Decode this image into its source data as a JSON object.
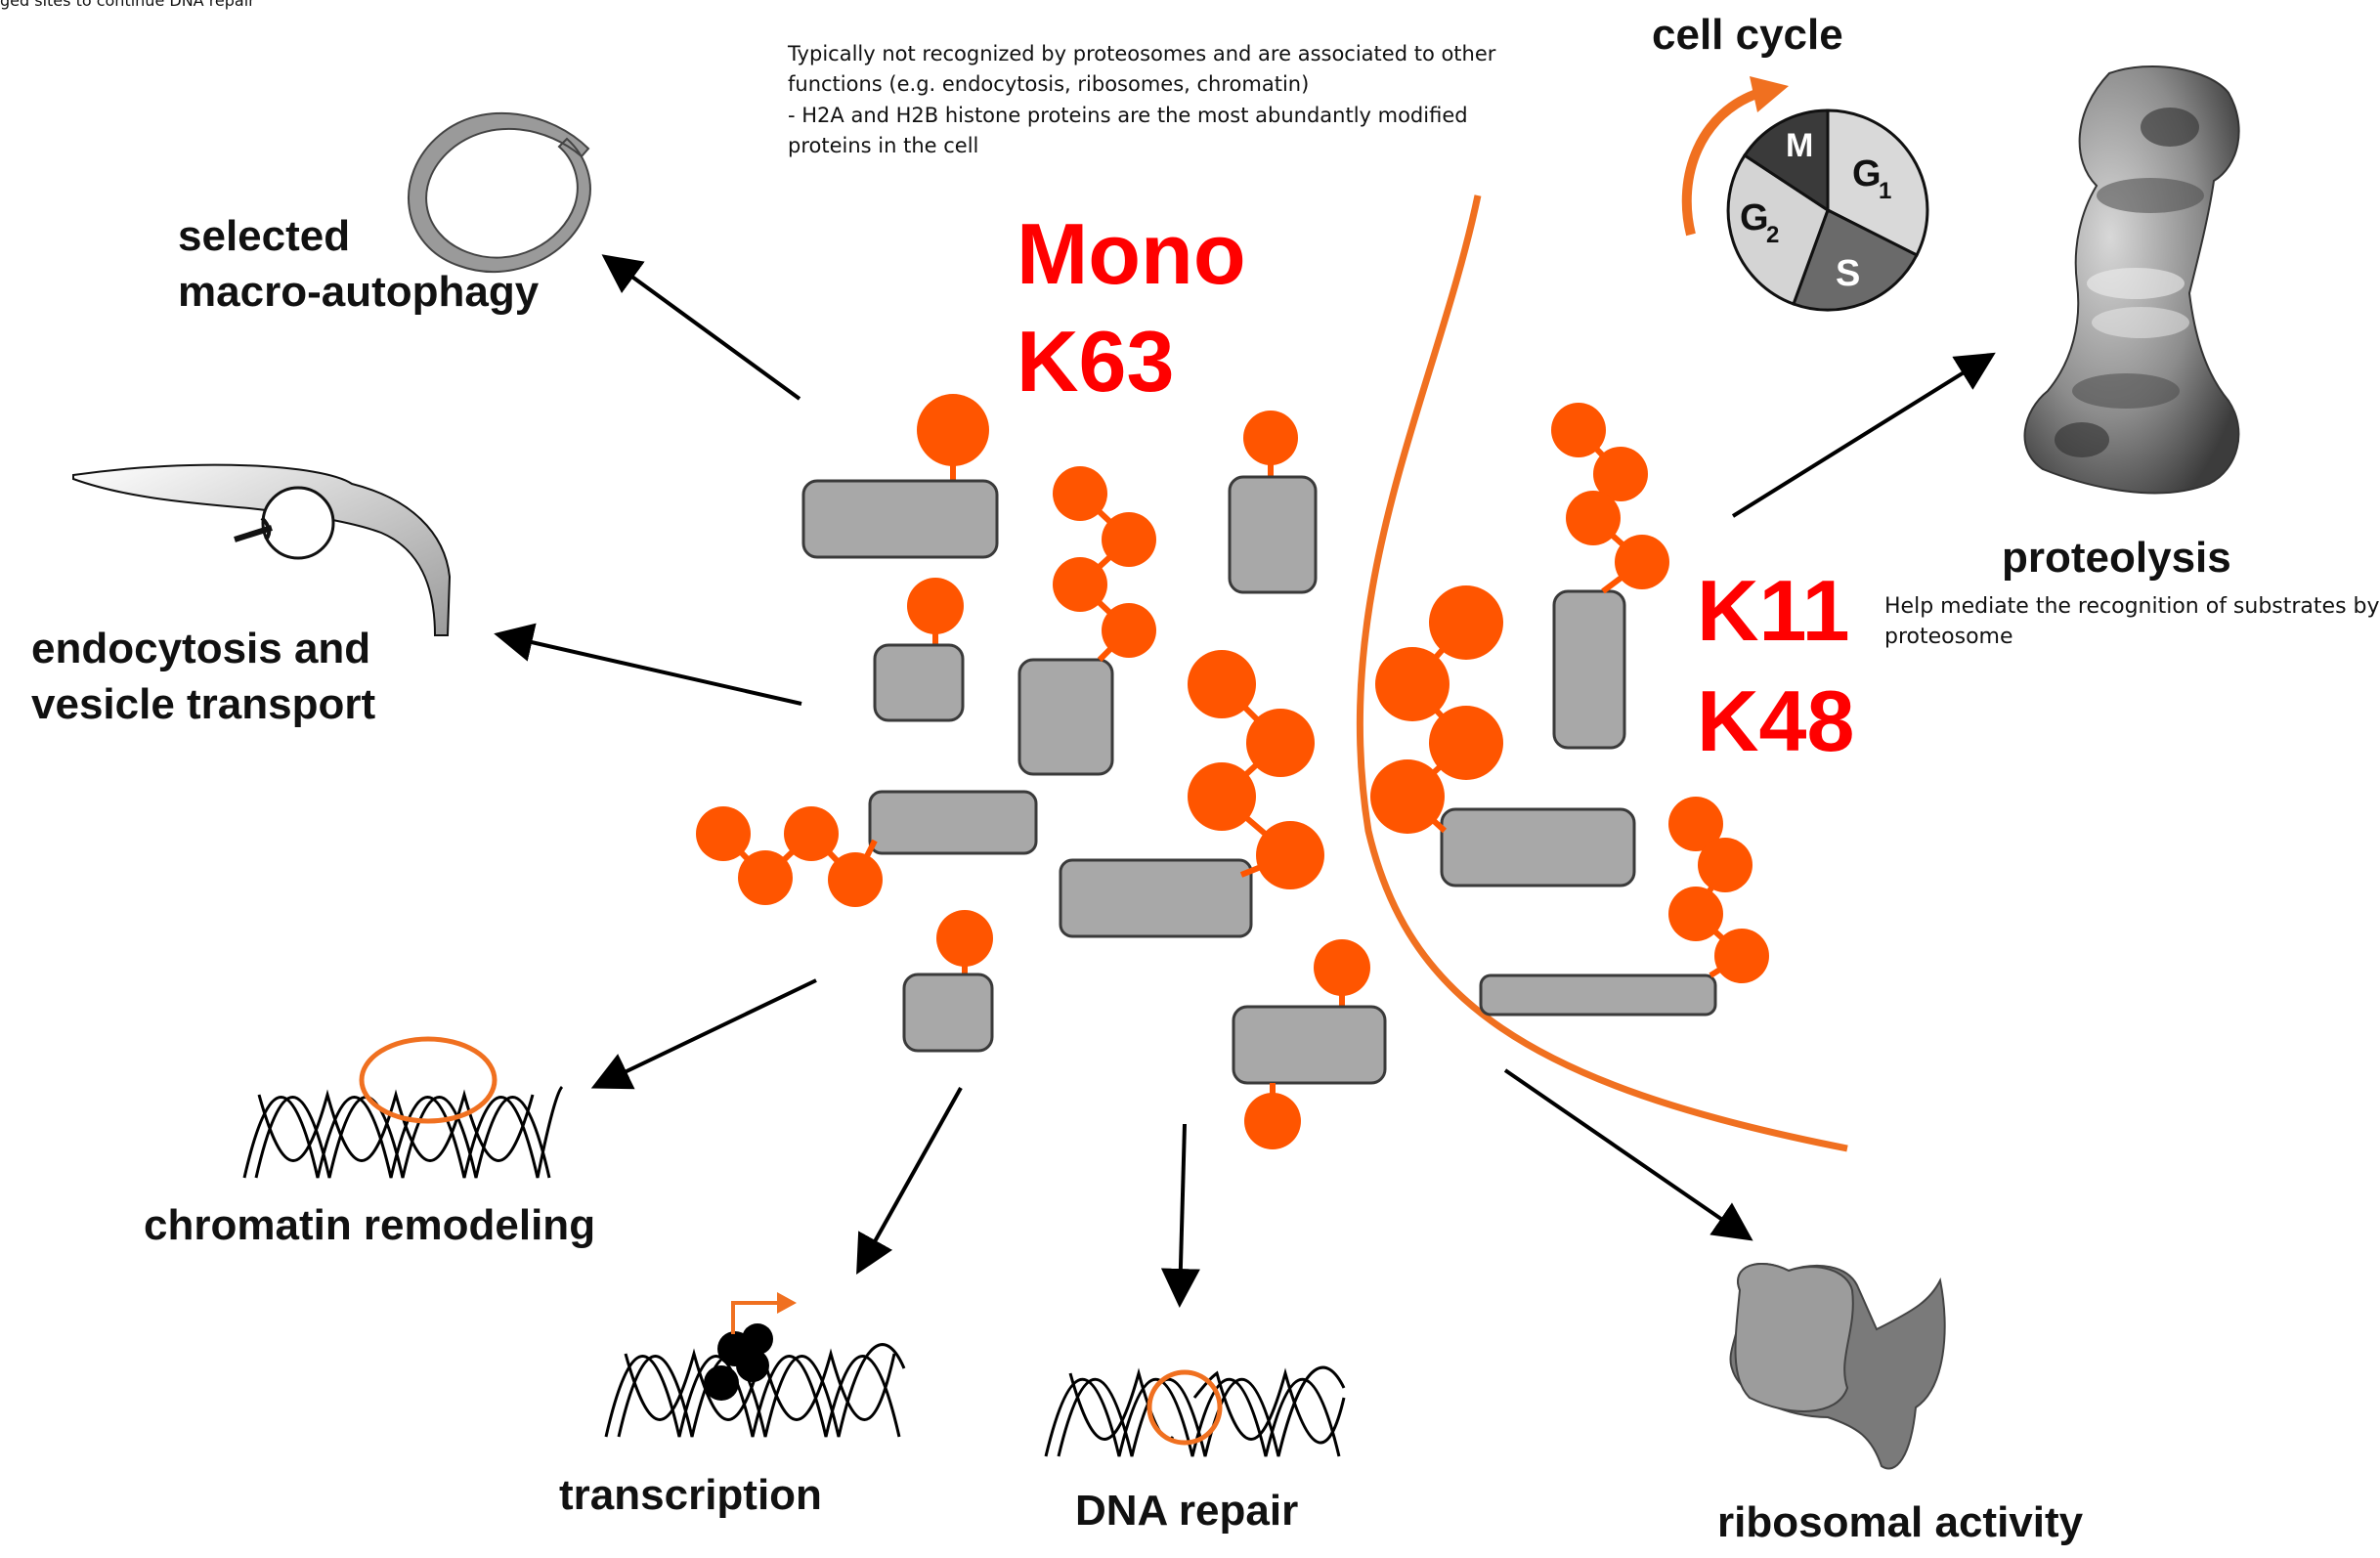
{
  "top_fragment": "ged sites to continue DNA repair",
  "note_top": {
    "line1": "Typically not recognized by proteosomes and are associated to other",
    "line2": "functions (e.g. endocytosis, ribosomes, chromatin)",
    "line3": "- H2A and H2B histone proteins are the most abundantly modified",
    "line4": "proteins in the cell"
  },
  "labels": {
    "mono": "Mono",
    "k63": "K63",
    "k11": "K11",
    "k48": "K48",
    "cell_cycle": "cell cycle",
    "autophagy1": "selected",
    "autophagy2": "macro-autophagy",
    "endocytosis1": "endocytosis and",
    "endocytosis2": "vesicle transport",
    "chromatin": "chromatin remodeling",
    "transcription": "transcription",
    "dna_repair": "DNA repair",
    "ribosomal": "ribosomal activity",
    "proteolysis": "proteolysis",
    "proteolysis_note1": "Help mediate the recognition of substrates by",
    "proteolysis_note2": "proteosome"
  },
  "cell_cycle_phases": {
    "m": "M",
    "g1": "G",
    "g1_sub": "1",
    "g2": "G",
    "g2_sub": "2",
    "s": "S"
  },
  "colors": {
    "ubiquitin": "#ff5500",
    "label_red": "#ff0000",
    "protein_box": "#a8a8a8",
    "divider": "#f07020"
  }
}
